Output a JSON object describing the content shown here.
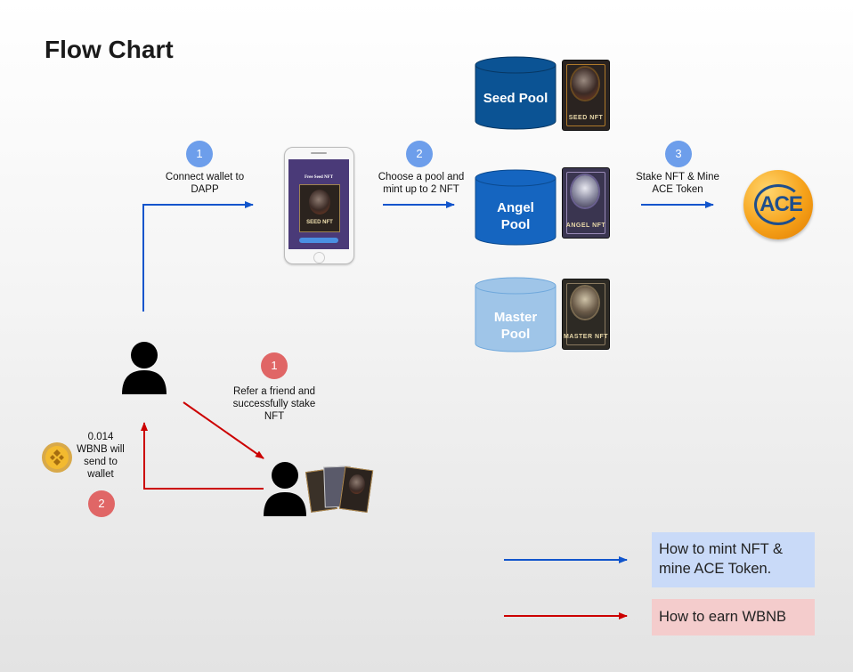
{
  "title": "Flow Chart",
  "steps": {
    "connect": {
      "num": "1",
      "text": "Connect wallet to DAPP"
    },
    "choose": {
      "num": "2",
      "text": "Choose a pool and mint up to 2 NFT"
    },
    "stake": {
      "num": "3",
      "text": "Stake NFT & Mine ACE Token"
    },
    "refer": {
      "num": "1",
      "text": "Refer a friend and successfully stake NFT"
    },
    "reward": {
      "num": "2",
      "text": "0.014 WBNB will send to wallet"
    }
  },
  "pools": {
    "seed": "Seed Pool",
    "angel": "Angel Pool",
    "master": "Master Pool"
  },
  "nft_labels": {
    "seed": "SEED NFT",
    "angel": "ANGEL NFT",
    "master": "MASTER NFT"
  },
  "phone": {
    "header": "Free Seed NFT",
    "card_label": "SEED NFT"
  },
  "ace_logo": "ACE",
  "legend": {
    "mint": "How to mint NFT & mine ACE Token.",
    "earn": "How to earn WBNB"
  },
  "colors": {
    "blue_arrow": "#1155cc",
    "red_arrow": "#cc0000",
    "step_blue": "#6d9eeb",
    "step_red": "#e06666",
    "seed_pool": "#0b5394",
    "angel_pool": "#1565c0",
    "master_pool": "#9fc5e8",
    "legend_blue": "#c9daf8",
    "legend_red": "#f4cccc"
  }
}
